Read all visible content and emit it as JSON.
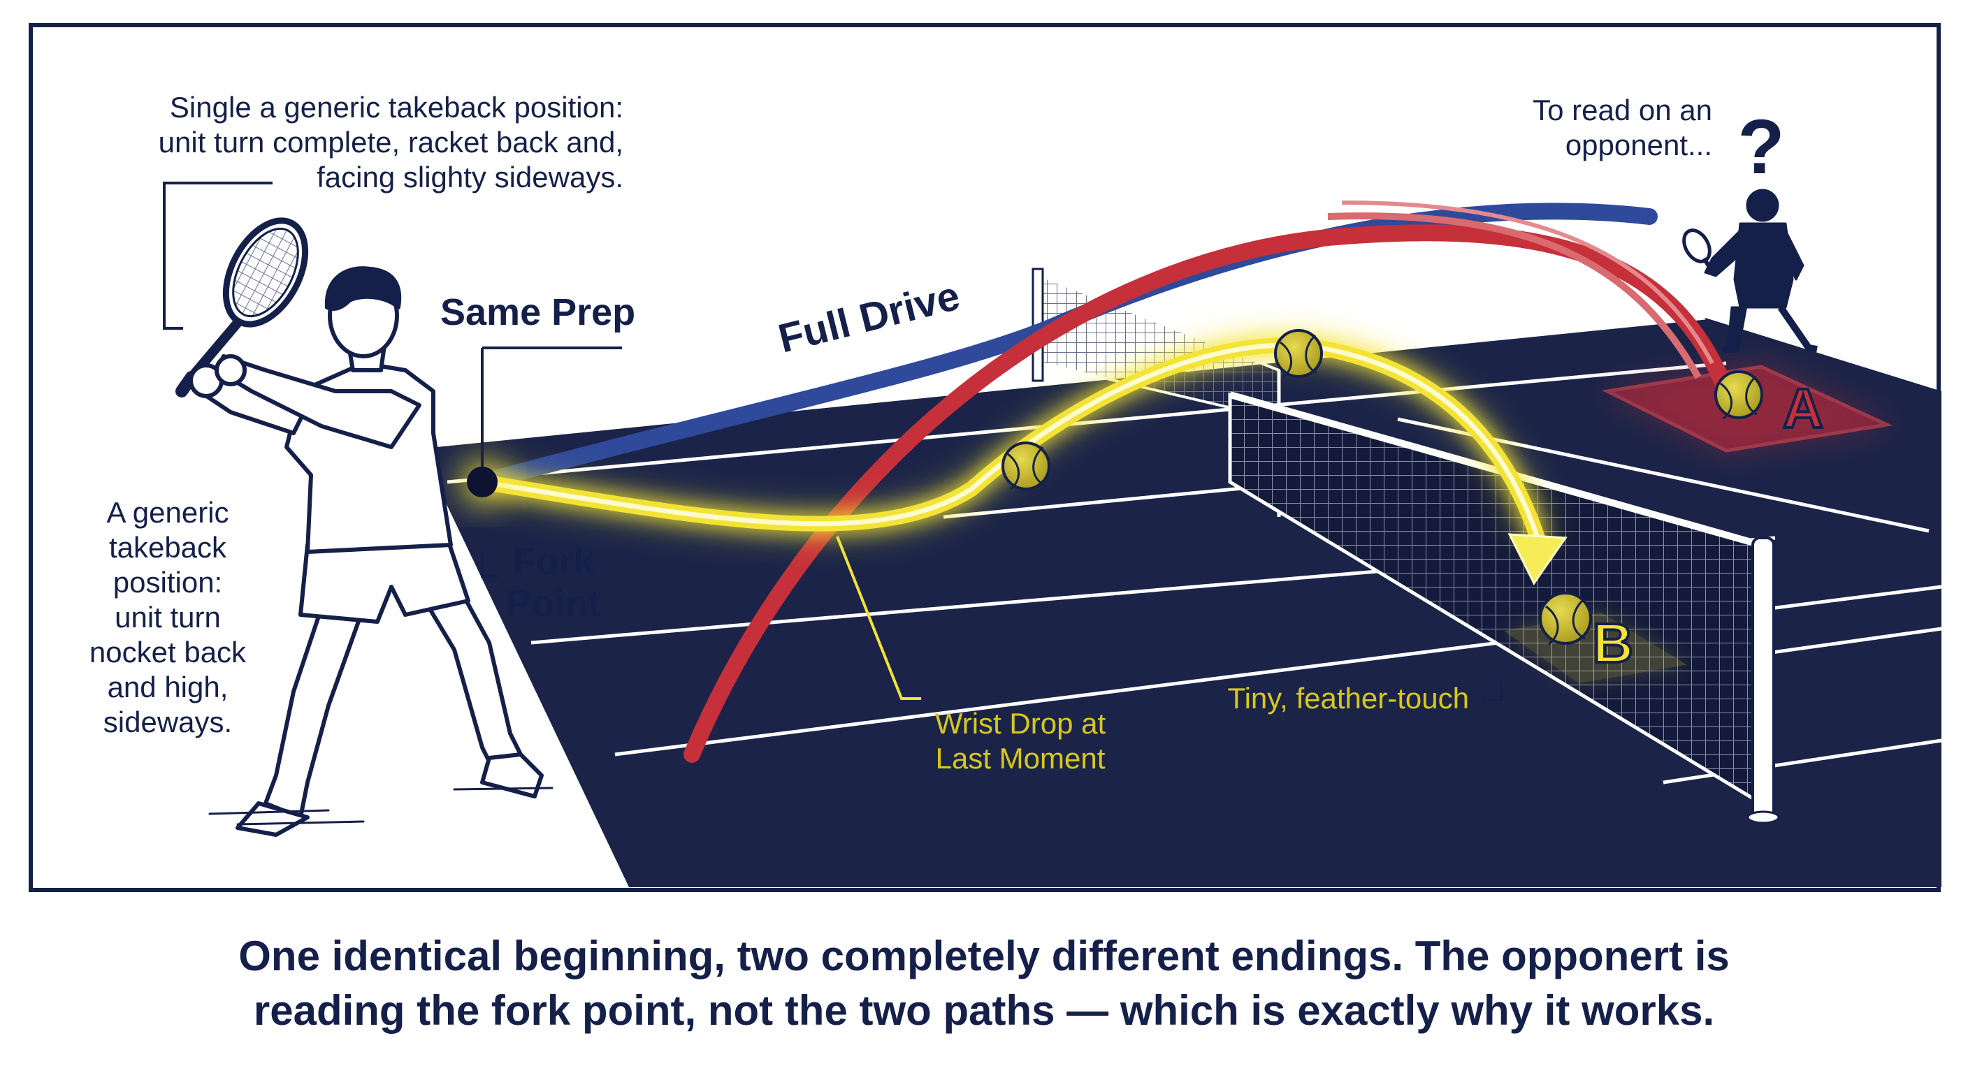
{
  "labels": {
    "top_note": [
      "Single a generic takeback position:",
      "unit turn complete, racket back and,",
      "facing slighty sideways."
    ],
    "side_note": [
      "A generic",
      "takeback",
      "position:",
      "unit turn",
      "nocket back",
      "and high,",
      "sideways."
    ],
    "same_prep": "Same Prep",
    "fork_point": [
      "Fork",
      "Point"
    ],
    "full_drive": "Full Drive",
    "wrist_drop": [
      "Wrist Drop at",
      "Last Moment"
    ],
    "feather_touch": "Tiny, feather-touch",
    "opponent_note": [
      "To read on an",
      "opponent..."
    ],
    "question_mark": "?",
    "target_a": "A",
    "target_b": "B"
  },
  "caption": [
    "One identical beginning, two completely different endings. The opponert is",
    "reading the fork point, not the two paths — which is exactly why it works."
  ],
  "colors": {
    "navy": "#15204a",
    "court": "#1b2448",
    "drive_blue": "#2f4a9a",
    "drive_red": "#c5303a",
    "drop_yellow": "#f3e336",
    "ball": "#c9b92a"
  }
}
